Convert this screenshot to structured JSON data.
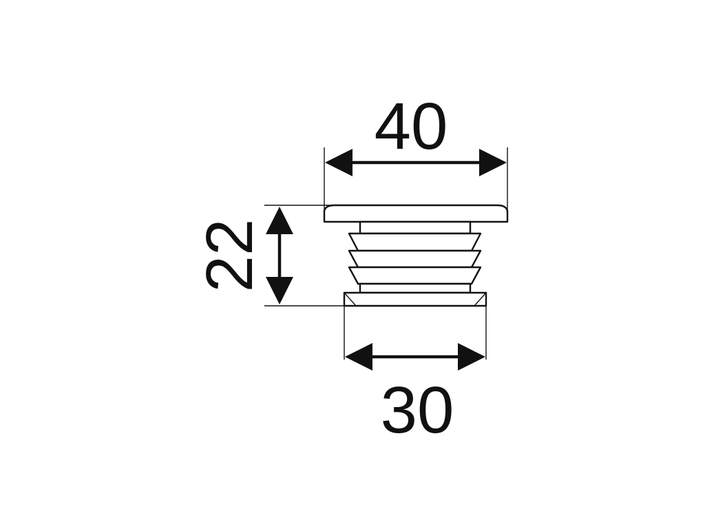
{
  "drawing": {
    "top_width_label": "40",
    "bottom_width_label": "30",
    "height_label": "22",
    "line_color": "#111111",
    "background_color": "#ffffff"
  }
}
